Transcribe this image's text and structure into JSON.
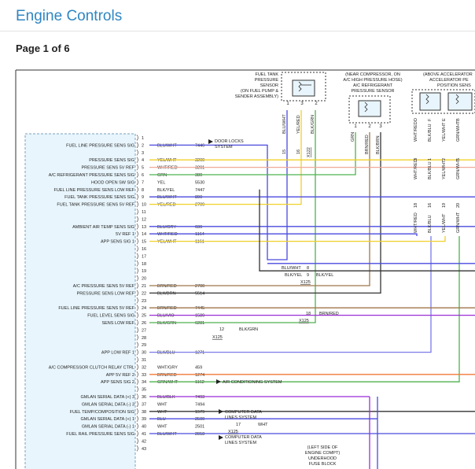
{
  "header": {
    "title": "Engine Controls",
    "page_indicator": "Page 1 of 6"
  },
  "colors": {
    "blue": "#4a4adf",
    "yellow": "#f0d028",
    "salmon": "#f0a898",
    "green": "#4fb24f",
    "brown": "#a0764a",
    "black": "#333333",
    "purple": "#9a2fd6",
    "violet": "#7a7aea",
    "orange": "#f07a3a",
    "module_fill": "#e8f5fc",
    "module_border": "#7aa2bd"
  },
  "components": {
    "fuel_tank_sensor": {
      "label": [
        "FUEL TANK",
        "PRESSURE",
        "SENSOR",
        "(ON FUEL PUMP &",
        "SENDER ASSEMBLY)"
      ],
      "pins": [
        "1",
        "3",
        "2"
      ],
      "wires": [
        "BLU/WHT",
        "YEL/RED",
        "BLK/GRN"
      ],
      "lower_pins": [
        "15",
        "16"
      ],
      "connector": "X122"
    },
    "ac_sensor": {
      "label": [
        "(NEAR COMPRESSOR, ON",
        "A/C HIGH PRESSURE HOSE)",
        "A/C REFRIGERANT",
        "PRESSURE SENSOR"
      ],
      "pins": [
        "1",
        "2",
        "3"
      ],
      "wires": [
        "GRN",
        "BRN/RED",
        "BLK/BRN"
      ]
    },
    "accel_sensor": {
      "label": [
        "(ABOVE ACCELERATOR",
        "ACCELERATOR PE",
        "POSITION SENS"
      ],
      "pins_top": [
        "D",
        "F",
        "E",
        "B"
      ],
      "pins_mid": [
        "3",
        "1",
        "2",
        "5"
      ],
      "pins_low": [
        "18",
        "16",
        "19",
        "20"
      ],
      "wires": [
        "WHT/RED",
        "BLK/BLU",
        "YEL/WHT",
        "GRN/WHT"
      ]
    }
  },
  "rows": [
    {
      "pin": "1",
      "label": "",
      "color": "",
      "circuit": ""
    },
    {
      "pin": "2",
      "label": "FUEL LINE PRESSURE SENS SIG",
      "color": "BLU/WHT",
      "circuit": "7446"
    },
    {
      "pin": "3",
      "label": "",
      "color": "",
      "circuit": ""
    },
    {
      "pin": "4",
      "label": "PRESSURE SENS SIG",
      "color": "YEL/WHT",
      "circuit": "3200"
    },
    {
      "pin": "5",
      "label": "PRESSURE SENS 5V REF",
      "color": "WHT/RED",
      "circuit": "3201"
    },
    {
      "pin": "6",
      "label": "A/C REFRIGERANT PRESSURE SENS SIG",
      "color": "GRN",
      "circuit": "380"
    },
    {
      "pin": "7",
      "label": "HOOD OPEN SW SIG",
      "color": "YEL",
      "circuit": "5530"
    },
    {
      "pin": "8",
      "label": "FUEL LINE PRESSURE SENS LOW REF",
      "color": "BLK/YEL",
      "circuit": "7447"
    },
    {
      "pin": "9",
      "label": "FUEL TANK PRESSURE SENS SIG",
      "color": "BLU/WHT",
      "circuit": "890"
    },
    {
      "pin": "10",
      "label": "FUEL TANK PRESSURE SENS 5V REF",
      "color": "YEL/RED",
      "circuit": "2709"
    },
    {
      "pin": "11",
      "label": "",
      "color": "",
      "circuit": ""
    },
    {
      "pin": "12",
      "label": "",
      "color": "",
      "circuit": ""
    },
    {
      "pin": "13",
      "label": "AMBIENT AIR TEMP SENS SIG",
      "color": "BLU/GRY",
      "circuit": "636"
    },
    {
      "pin": "14",
      "label": "5V REF 1",
      "color": "WHT/RED",
      "circuit": "1164"
    },
    {
      "pin": "15",
      "label": "APP SENS SIG 1",
      "color": "YEL/WHT",
      "circuit": "1161"
    },
    {
      "pin": "16",
      "label": "",
      "color": "",
      "circuit": ""
    },
    {
      "pin": "17",
      "label": "",
      "color": "",
      "circuit": ""
    },
    {
      "pin": "18",
      "label": "",
      "color": "",
      "circuit": ""
    },
    {
      "pin": "19",
      "label": "",
      "color": "",
      "circuit": ""
    },
    {
      "pin": "20",
      "label": "",
      "color": "",
      "circuit": ""
    },
    {
      "pin": "21",
      "label": "A/C PRESSURE SENS 5V REF",
      "color": "BRN/RED",
      "circuit": "2700"
    },
    {
      "pin": "22",
      "label": "PRESSURE SENS LOW REF",
      "color": "BLK/BRN",
      "circuit": "5514"
    },
    {
      "pin": "23",
      "label": "",
      "color": "",
      "circuit": ""
    },
    {
      "pin": "24",
      "label": "FUEL LINE PRESSURE SENS 5V REF",
      "color": "BRN/RED",
      "circuit": "7445"
    },
    {
      "pin": "25",
      "label": "FUEL LEVEL SENS SIG",
      "color": "BLU/VIO",
      "circuit": "1589"
    },
    {
      "pin": "26",
      "label": "SENS LOW REF",
      "color": "BLK/GRN",
      "circuit": "6281"
    },
    {
      "pin": "27",
      "label": "",
      "color": "",
      "circuit": ""
    },
    {
      "pin": "28",
      "label": "",
      "color": "",
      "circuit": ""
    },
    {
      "pin": "29",
      "label": "",
      "color": "",
      "circuit": ""
    },
    {
      "pin": "30",
      "label": "APP LOW REF 1",
      "color": "BLK/BLU",
      "circuit": "1271"
    },
    {
      "pin": "31",
      "label": "",
      "color": "",
      "circuit": ""
    },
    {
      "pin": "32",
      "label": "A/C COMPRESSOR CLUTCH RELAY CTRL",
      "color": "WHT/GRY",
      "circuit": "459"
    },
    {
      "pin": "33",
      "label": "APP 5V REF 2",
      "color": "BRN/RED",
      "circuit": "1274"
    },
    {
      "pin": "34",
      "label": "APP SENS SIG 2",
      "color": "GRN/WHT",
      "circuit": "1162"
    },
    {
      "pin": "35",
      "label": "",
      "color": "",
      "circuit": ""
    },
    {
      "pin": "36",
      "label": "GMLAN SERIAL DATA (+) 3",
      "color": "BLU/BLK",
      "circuit": "7493"
    },
    {
      "pin": "37",
      "label": "GMLAN SERIAL DATA (-) 3",
      "color": "WHT",
      "circuit": "7494"
    },
    {
      "pin": "38",
      "label": "FUEL TEMP/COMPOSITION SIG",
      "color": "WHT",
      "circuit": "1579"
    },
    {
      "pin": "39",
      "label": "GMLAN SERIAL DATA (+) 1",
      "color": "BLU",
      "circuit": "2500"
    },
    {
      "pin": "40",
      "label": "GMLAN SERIAL DATA (-) 1",
      "color": "WHT",
      "circuit": "2501"
    },
    {
      "pin": "41",
      "label": "FUEL RAIL PRESSURE SENS SIG",
      "color": "BLU/WHT",
      "circuit": "2818"
    },
    {
      "pin": "42",
      "label": "",
      "color": "",
      "circuit": ""
    },
    {
      "pin": "43",
      "label": "",
      "color": "",
      "circuit": ""
    }
  ],
  "annotations": {
    "door_locks": "DOOR LOCKS",
    "door_locks_2": "SYSTEM",
    "ac_system": "AIR CONDITIONING SYSTEM",
    "computer_data_1a": "COMPUTER DATA",
    "computer_data_1b": "LINES SYSTEM",
    "computer_data_2a": "COMPUTER DATA",
    "computer_data_2b": "LINES SYSTEM",
    "splice_blu_wht": "BLU/WHT",
    "splice_blu_wht_pin": "8",
    "splice_blk_yel_a": "BLK/YEL",
    "splice_blk_yel_pin": "9",
    "splice_blk_yel_b": "BLK/YEL",
    "x125_a": "X125",
    "brn_red_pin": "18",
    "brn_red": "BRN/RED",
    "x125_b": "X125",
    "blk_grn_pin": "12",
    "blk_grn": "BLK/GRN",
    "x125_c": "X125",
    "wht_pin": "17",
    "wht": "WHT",
    "x125_d": "X125",
    "fuse_block": [
      "(LEFT SIDE OF",
      "ENGINE COMPT)",
      "UNDERHOOD",
      "FUSE BLOCK"
    ]
  }
}
